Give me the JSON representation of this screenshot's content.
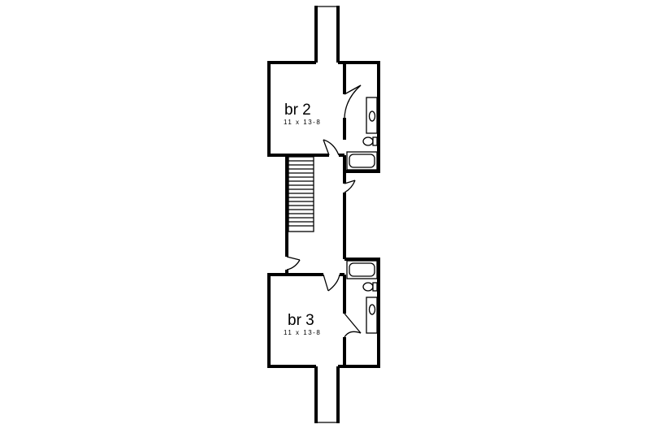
{
  "rooms": {
    "br2": {
      "name": "br 2",
      "dimensions": "11 x 13-8"
    },
    "br3": {
      "name": "br 3",
      "dimensions": "11 x 13-8"
    }
  },
  "colors": {
    "line": "#000000",
    "background": "#ffffff"
  }
}
